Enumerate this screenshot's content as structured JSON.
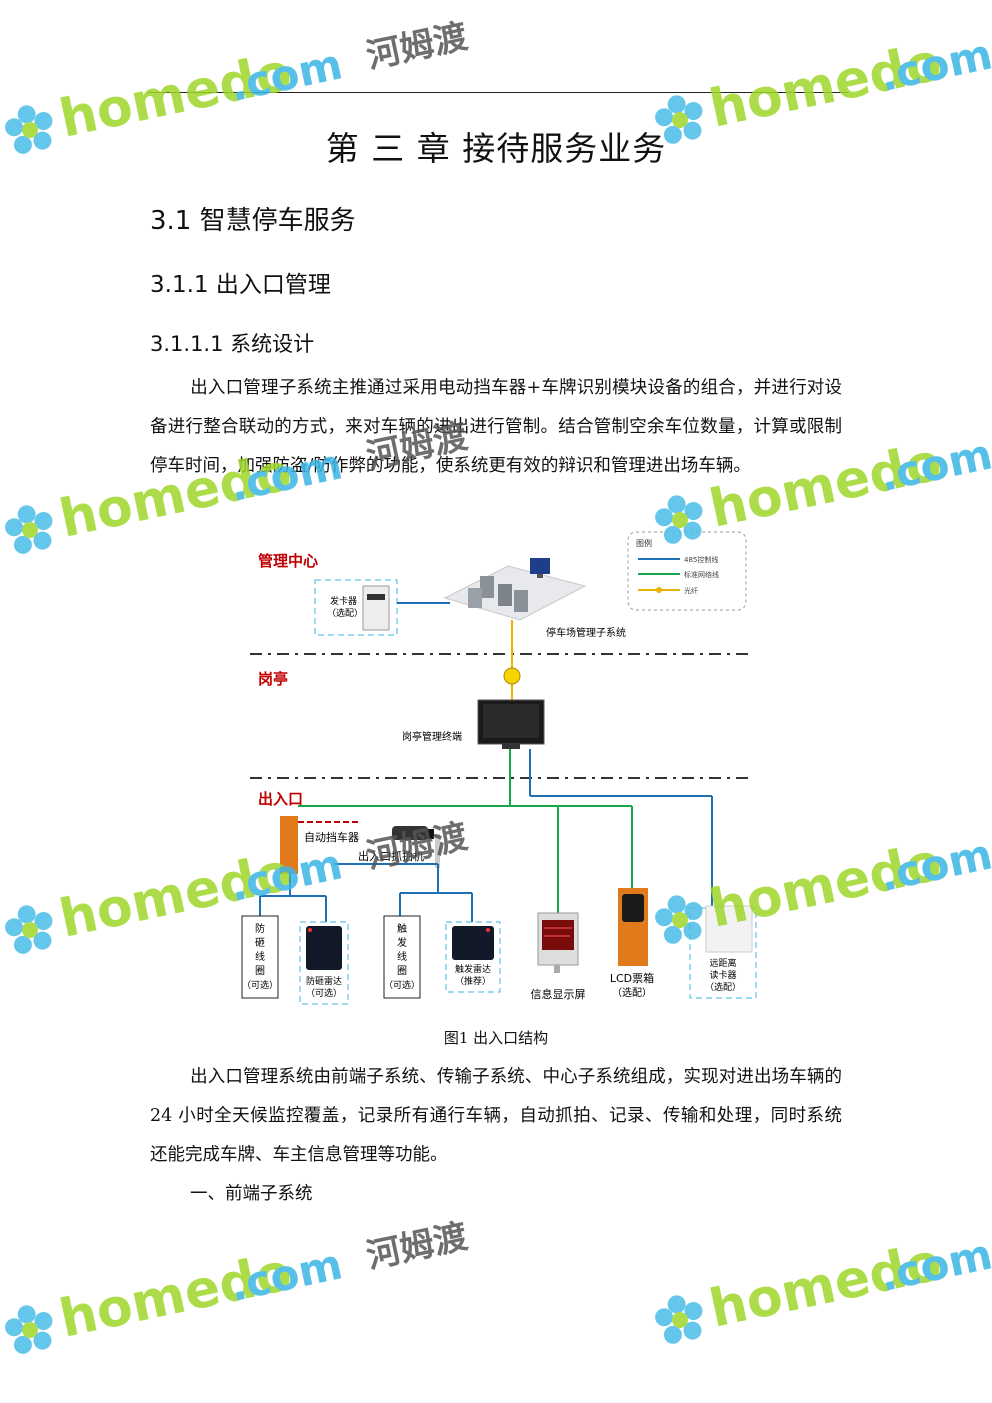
{
  "chapter_title": "第 三 章 接待服务业务",
  "section": "3.1 智慧停车服务",
  "subsection": "3.1.1 出入口管理",
  "subsubsection": "3.1.1.1 系统设计",
  "paragraph_1": "出入口管理子系统主推通过采用电动挡车器+车牌识别模块设备的组合，并进行对设备进行整合联动的方式，来对车辆的进出进行管制。结合管制空余车位数量，计算或限制停车时间，加强防盗/防作弊的功能，使系统更有效的辩识和管理进出场车辆。",
  "figure": {
    "caption": "图1 出入口结构",
    "zones": {
      "center": "管理中心",
      "booth": "岗亭",
      "exit": "出入口"
    },
    "legend": {
      "title": "图例",
      "line_485": "485控制线",
      "line_net": "标准网络线",
      "line_fiber": "光纤"
    },
    "devices": {
      "card_issuer": [
        "发卡器",
        "（选配）"
      ],
      "parking_system": "停车场管理子系统",
      "booth_terminal": "岗亭管理终端",
      "barrier": "自动挡车器",
      "camera": "出入口抓拍机",
      "anti_coil": [
        "防",
        "砸",
        "线",
        "圈",
        "（可选）"
      ],
      "anti_radar": [
        "防砸雷达",
        "（可选）"
      ],
      "trigger_coil": [
        "触",
        "发",
        "线",
        "圈",
        "（可选）"
      ],
      "trigger_radar": [
        "触发雷达",
        "（推荐）"
      ],
      "info_screen": "信息显示屏",
      "lcd_box": [
        "LCD票箱",
        "（选配）"
      ],
      "reader": [
        "远距离",
        "读卡器",
        "（选配）"
      ]
    }
  },
  "paragraph_2": "出入口管理系统由前端子系统、传输子系统、中心子系统组成，实现对进出场车辆的 24 小时全天候监控覆盖，记录所有通行车辆，自动抓拍、记录、传输和处理，同时系统还能完成车牌、车主信息管理等功能。",
  "paragraph_3": "一、前端子系统",
  "watermark": {
    "text": "homedo",
    "suffix": ".com",
    "cn": "河姆渡"
  },
  "colors": {
    "zone_red": "#c00000",
    "line_485": "#1f6fb5",
    "line_net": "#19a74b",
    "line_fiber": "#e8b400",
    "wm_green": "#9fd62b",
    "wm_blue": "#3ab6e6"
  }
}
